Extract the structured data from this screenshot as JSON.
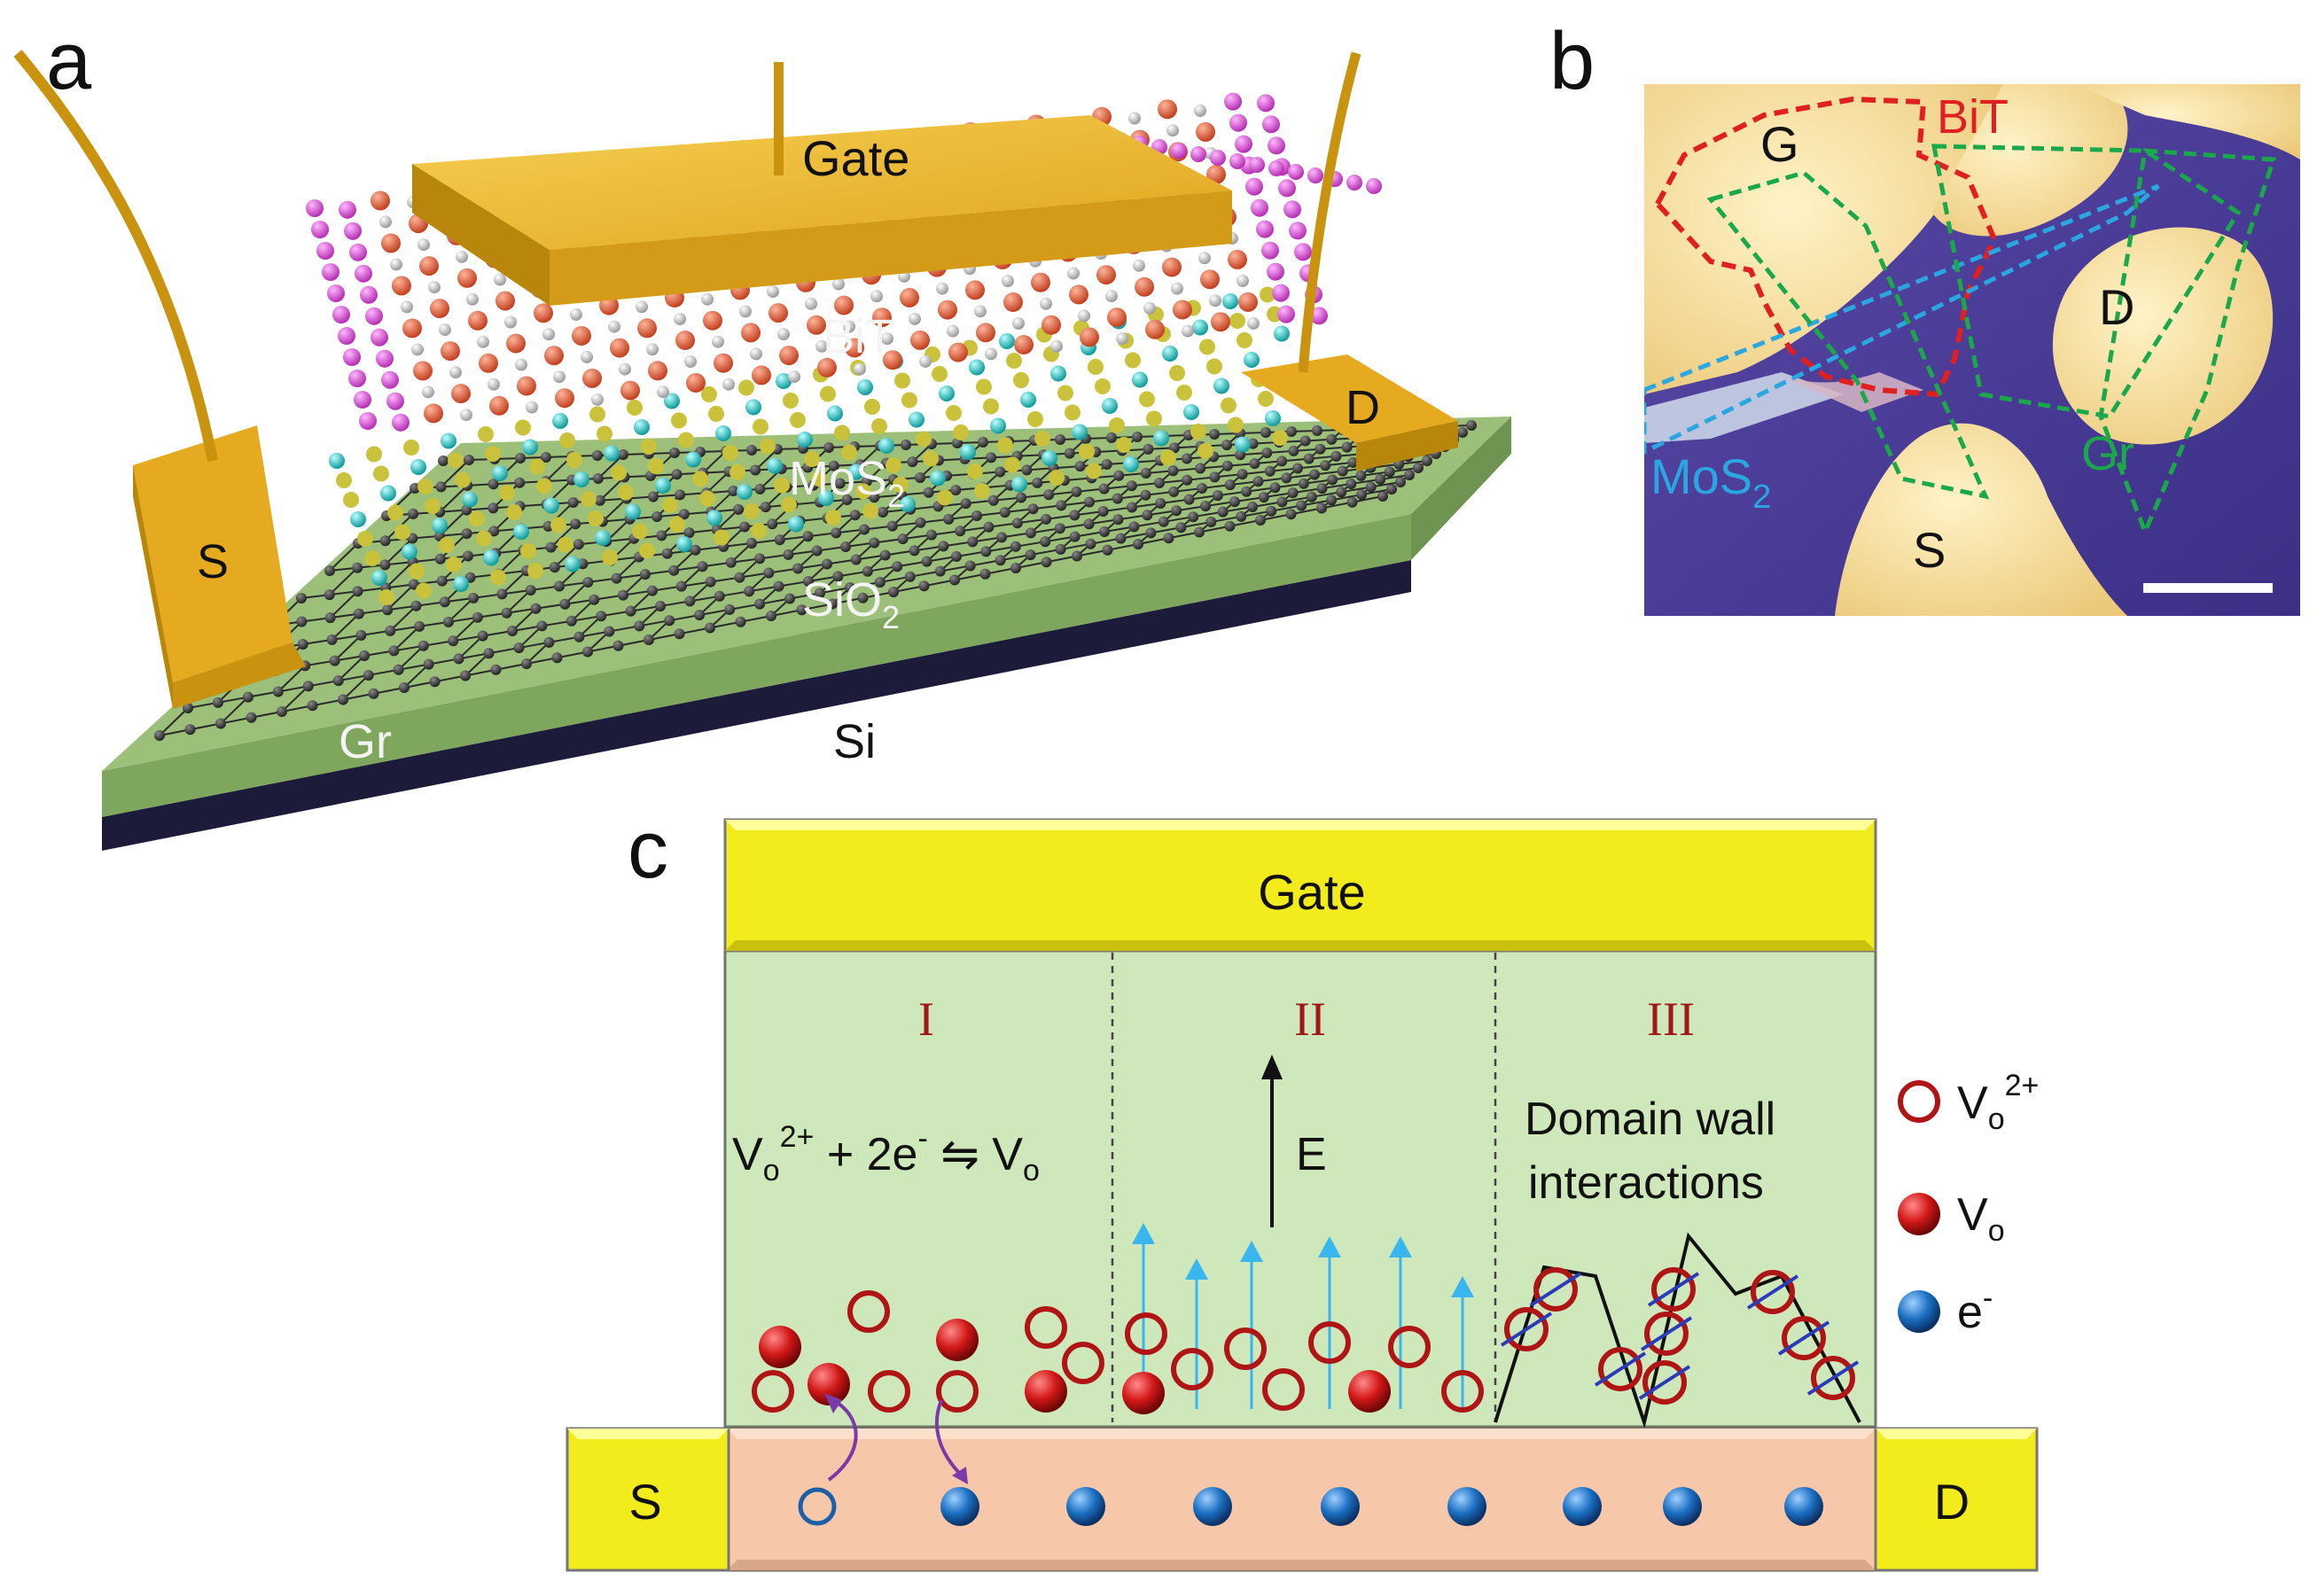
{
  "panels": {
    "a": {
      "letter": "a",
      "labels": {
        "gate": "Gate",
        "bit": "BiT",
        "d": "D",
        "s": "S",
        "mos2_main": "MoS",
        "mos2_sub": "2",
        "sio2_main": "SiO",
        "sio2_sub": "2",
        "gr": "Gr",
        "si": "Si"
      }
    },
    "b": {
      "letter": "b",
      "labels": {
        "g": "G",
        "bit": "BiT",
        "d": "D",
        "gr": "Gr",
        "mos2_main": "MoS",
        "mos2_sub": "2",
        "s": "S"
      }
    },
    "c": {
      "letter": "c",
      "gate": "Gate",
      "regions": [
        "I",
        "II",
        "III"
      ],
      "reaction": {
        "v": "V",
        "o": "o",
        "charge": "2+",
        "mid": " + 2e",
        "eminus": "-",
        "arrow": " ⇋ ",
        "v2": "V",
        "o2": "o"
      },
      "field_label": "E",
      "domain_text": [
        "Domain wall",
        "interactions"
      ],
      "source": "S",
      "drain": "D",
      "legend": [
        {
          "main": "V",
          "sub": "o",
          "sup": "2+",
          "icon": "ring"
        },
        {
          "main": "V",
          "sub": "o",
          "sup": "",
          "icon": "red-ball"
        },
        {
          "main": "e",
          "sub": "",
          "sup": "-",
          "icon": "blue-ball"
        }
      ]
    }
  },
  "colors": {
    "gold": "#e8b32a",
    "gold_dark": "#b8860b",
    "substrate_green": "#9cbf7a",
    "si_dark": "#1c1c3a",
    "gate_yellow": "#f2ec1c",
    "layer_green": "#cfe8bb",
    "channel_peach": "#f6c7a8",
    "vacancy_red": "#b01515",
    "electron_blue": "#1b5fa8",
    "bit_red": "#e02020",
    "mos2_blue": "#2aa7e0",
    "gr_green": "#1aa84a",
    "micro_purple": "#4a3a96"
  }
}
